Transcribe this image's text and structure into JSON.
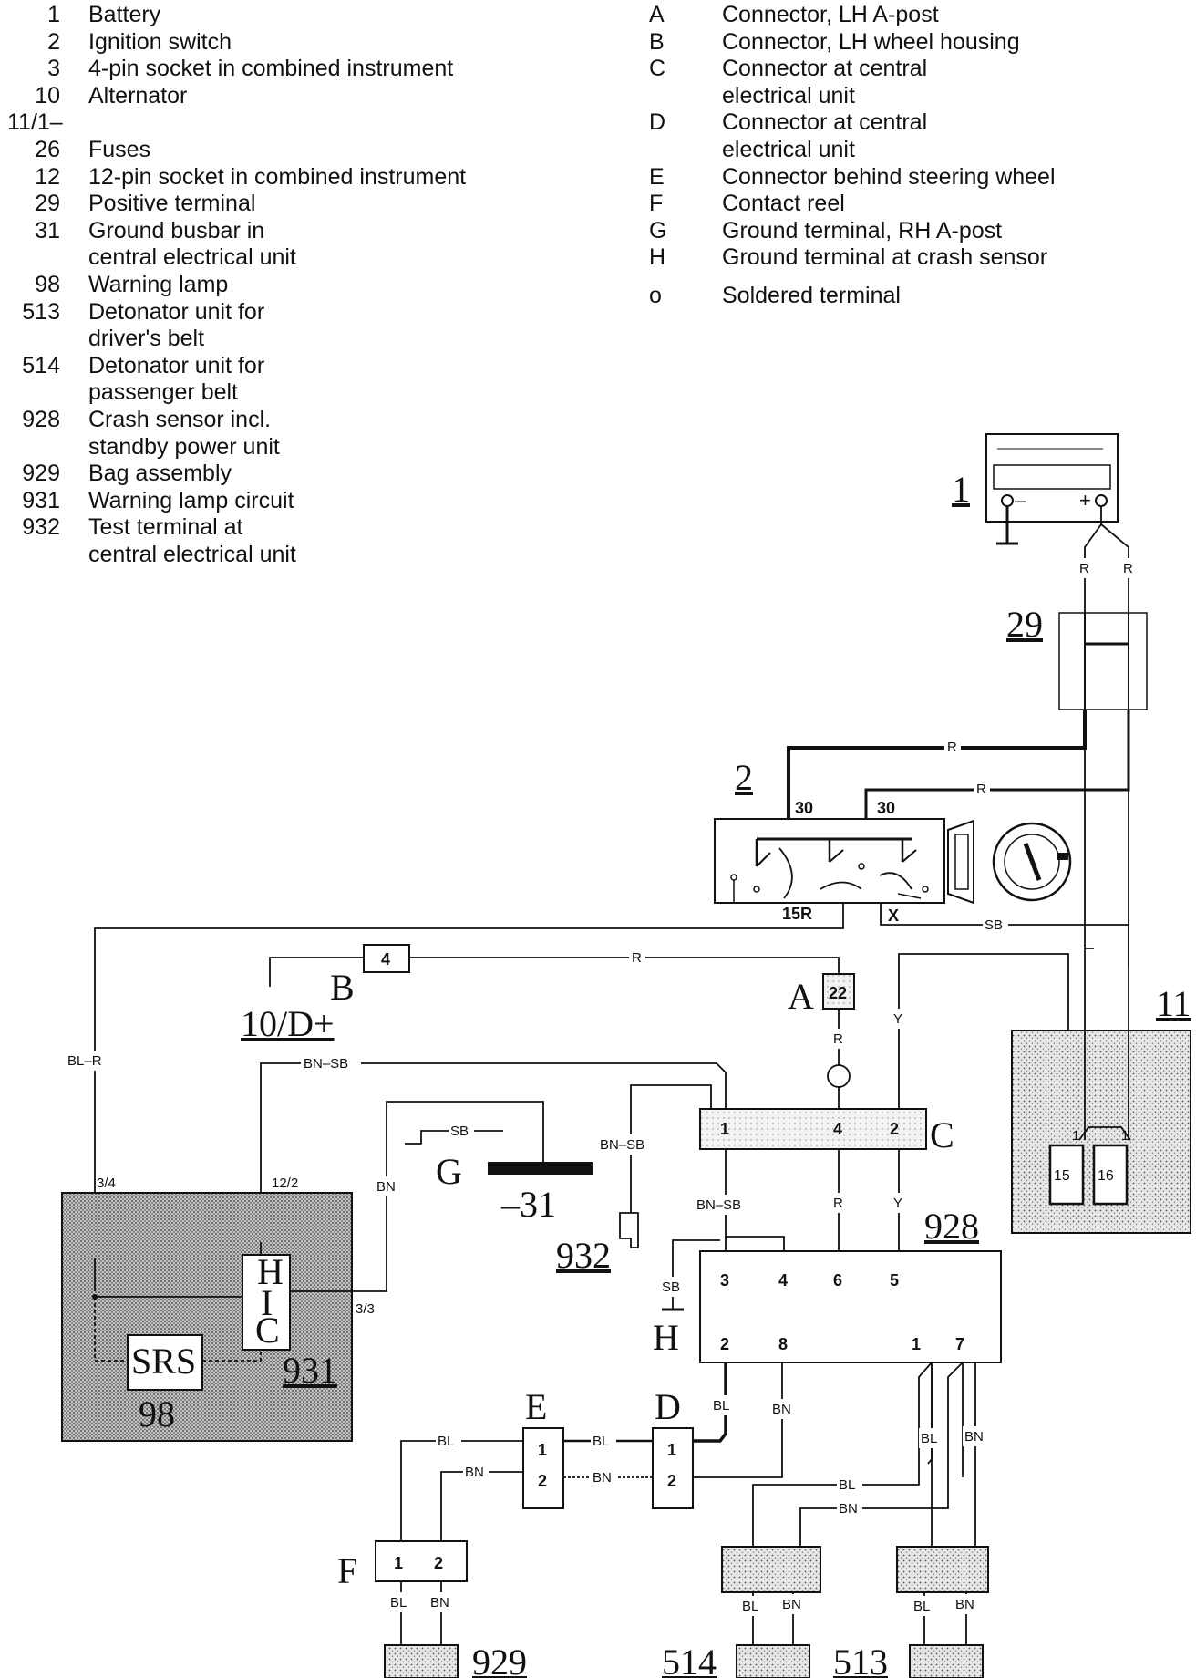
{
  "legend_left": [
    {
      "code": "1",
      "desc": "Battery"
    },
    {
      "code": "2",
      "desc": "Ignition switch"
    },
    {
      "code": "3",
      "desc": "4-pin socket in combined instrument"
    },
    {
      "code": "10",
      "desc": "Alternator"
    },
    {
      "code": "11/1–",
      "desc": ""
    },
    {
      "code": "26",
      "desc": "Fuses"
    },
    {
      "code": "12",
      "desc": "12-pin socket in combined instrument"
    },
    {
      "code": "29",
      "desc": "Positive terminal"
    },
    {
      "code": "31",
      "desc": "Ground busbar in"
    },
    {
      "code": "",
      "desc": "central electrical unit"
    },
    {
      "code": "98",
      "desc": "Warning lamp"
    },
    {
      "code": "513",
      "desc": "Detonator unit for"
    },
    {
      "code": "",
      "desc": "driver's belt"
    },
    {
      "code": "514",
      "desc": "Detonator unit for"
    },
    {
      "code": "",
      "desc": "passenger belt"
    },
    {
      "code": "928",
      "desc": "Crash sensor incl."
    },
    {
      "code": "",
      "desc": "standby power unit"
    },
    {
      "code": "929",
      "desc": "Bag assembly"
    },
    {
      "code": "931",
      "desc": "Warning lamp circuit"
    },
    {
      "code": "932",
      "desc": "Test terminal at"
    },
    {
      "code": "",
      "desc": "central electrical unit"
    }
  ],
  "legend_right": [
    {
      "code": "A",
      "desc": "Connector, LH A-post"
    },
    {
      "code": "B",
      "desc": "Connector, LH wheel housing"
    },
    {
      "code": "C",
      "desc": "Connector at central"
    },
    {
      "code": "",
      "desc": "electrical unit"
    },
    {
      "code": "D",
      "desc": "Connector at central"
    },
    {
      "code": "",
      "desc": "electrical unit"
    },
    {
      "code": "E",
      "desc": "Connector behind steering wheel"
    },
    {
      "code": "F",
      "desc": "Contact reel"
    },
    {
      "code": "G",
      "desc": "Ground terminal, RH A-post"
    },
    {
      "code": "H",
      "desc": "Ground terminal at crash sensor"
    },
    {
      "code": "",
      "desc": ""
    },
    {
      "code": "o",
      "desc": "Soldered terminal"
    }
  ],
  "components": {
    "battery": "1",
    "positive_terminal": "29",
    "ignition_switch": "2",
    "central_unit": "11",
    "alternator": "10/D+",
    "ground_busbar": "–31",
    "test_terminal": "932",
    "crash_sensor": "928",
    "warning_lamp": "98",
    "warning_lamp_circuit": "931",
    "srs_label": "SRS",
    "hic_h": "H",
    "hic_i": "I",
    "hic_c": "C",
    "bag_assembly": "929",
    "det_passenger": "514",
    "det_driver": "513"
  },
  "connectors": {
    "A": "A",
    "B": "B",
    "C": "C",
    "D": "D",
    "E": "E",
    "F": "F",
    "G": "G",
    "H": "H"
  },
  "battery_terms": {
    "neg": "–",
    "pos": "+"
  },
  "pins": {
    "ign_30a": "30",
    "ign_30b": "30",
    "ign_15r": "15R",
    "ign_x": "X",
    "fuse_4": "4",
    "conn_a_22": "22",
    "c1": "1",
    "c4": "4",
    "c2": "2",
    "s3": "3",
    "s4": "4",
    "s6": "6",
    "s5": "5",
    "s2": "2",
    "s8": "8",
    "s1": "1",
    "s7": "7",
    "e1": "1",
    "e2": "2",
    "d1": "1",
    "d2": "2",
    "f1": "1",
    "f2": "2",
    "u1a": "1",
    "u1b": "1",
    "u15": "15",
    "u16": "16",
    "p34": "3/4",
    "p122": "12/2",
    "p33": "3/3"
  },
  "wires": {
    "r1": "R",
    "r2": "R",
    "r3": "R",
    "r4": "R",
    "r5": "R",
    "r6": "R",
    "r7": "R",
    "sb_top": "SB",
    "sb_g": "SB",
    "sb_h": "SB",
    "blr": "BL–R",
    "bnsb1": "BN–SB",
    "bnsb2": "BN–SB",
    "bnsb3": "BN–SB",
    "bn_h": "BN",
    "y1": "Y",
    "y2": "Y",
    "bl_s2": "BL",
    "bn_s8": "BN",
    "bl_ed": "BL",
    "bn_ed": "BN",
    "bl_fe": "BL",
    "bn_fe": "BN",
    "bl_s1": "BL",
    "bn_s7": "BN",
    "bl_514": "BL",
    "bn_514": "BN",
    "bl_929": "BL",
    "bn_929": "BN",
    "bl_514b": "BL",
    "bn_514b": "BN",
    "bl_513": "BL",
    "bn_513": "BN"
  }
}
